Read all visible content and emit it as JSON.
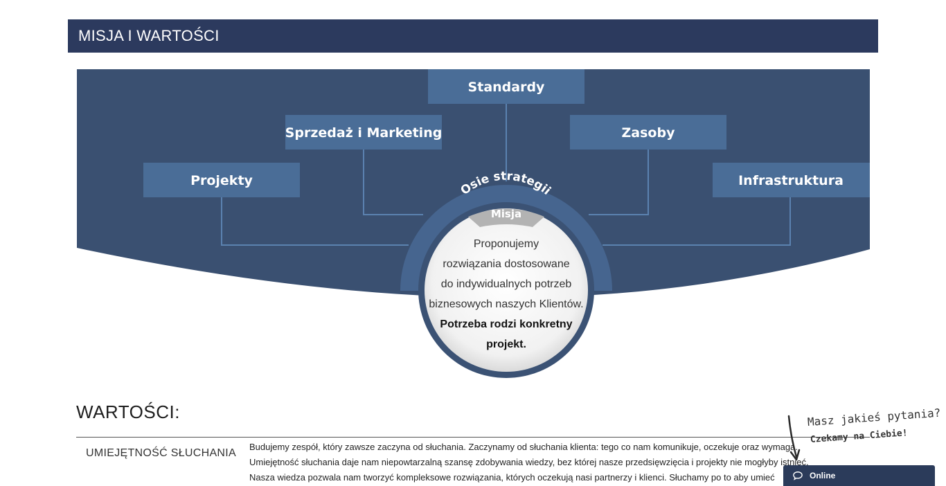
{
  "header": {
    "title": "MISJA I WARTOŚCI"
  },
  "diagram": {
    "boxes": {
      "standardy": "Standardy",
      "sprzedaz": "Sprzedaż i Marketing",
      "zasoby": "Zasoby",
      "projekty": "Projekty",
      "infrastruktura": "Infrastruktura"
    },
    "circle_title": "Osie strategii",
    "mission_label": "Misja",
    "mission_lines": [
      "Proponujemy",
      "rozwiązania dostosowane",
      "do indywidualnych potrzeb",
      "biznesowych naszych Klientów."
    ],
    "mission_bold_lines": [
      "Potrzeba rodzi konkretny",
      "projekt."
    ]
  },
  "values": {
    "title": "WARTOŚCI:",
    "items": [
      {
        "name": "UMIEJĘTNOŚĆ SŁUCHANIA",
        "lines": [
          "Budujemy zespół, który zawsze zaczyna od słuchania. Zaczynamy od słuchania klienta: tego co nam komunikuje, oczekuje oraz wymaga.",
          "Umiejętność słuchania daje nam niepowtarzalną szansę zdobywania wiedzy, bez której nasze przedsięwzięcia i projekty nie mogłyby istnieć.",
          "Nasza wiedza pozwala nam tworzyć kompleksowe rozwiązania, których oczekują nasi partnerzy i klienci. Słuchamy po to aby umieć"
        ]
      }
    ]
  },
  "chat": {
    "status_label": "Online",
    "teaser_line1": "Masz jakieś pytania?",
    "teaser_line2": "Czekamy na Ciebie!"
  },
  "colors": {
    "header_bg": "#2c3a5e",
    "diagram_bg": "#3a5071",
    "box_fill": "#4a6d97",
    "chat_bg": "#2b3b5a"
  }
}
